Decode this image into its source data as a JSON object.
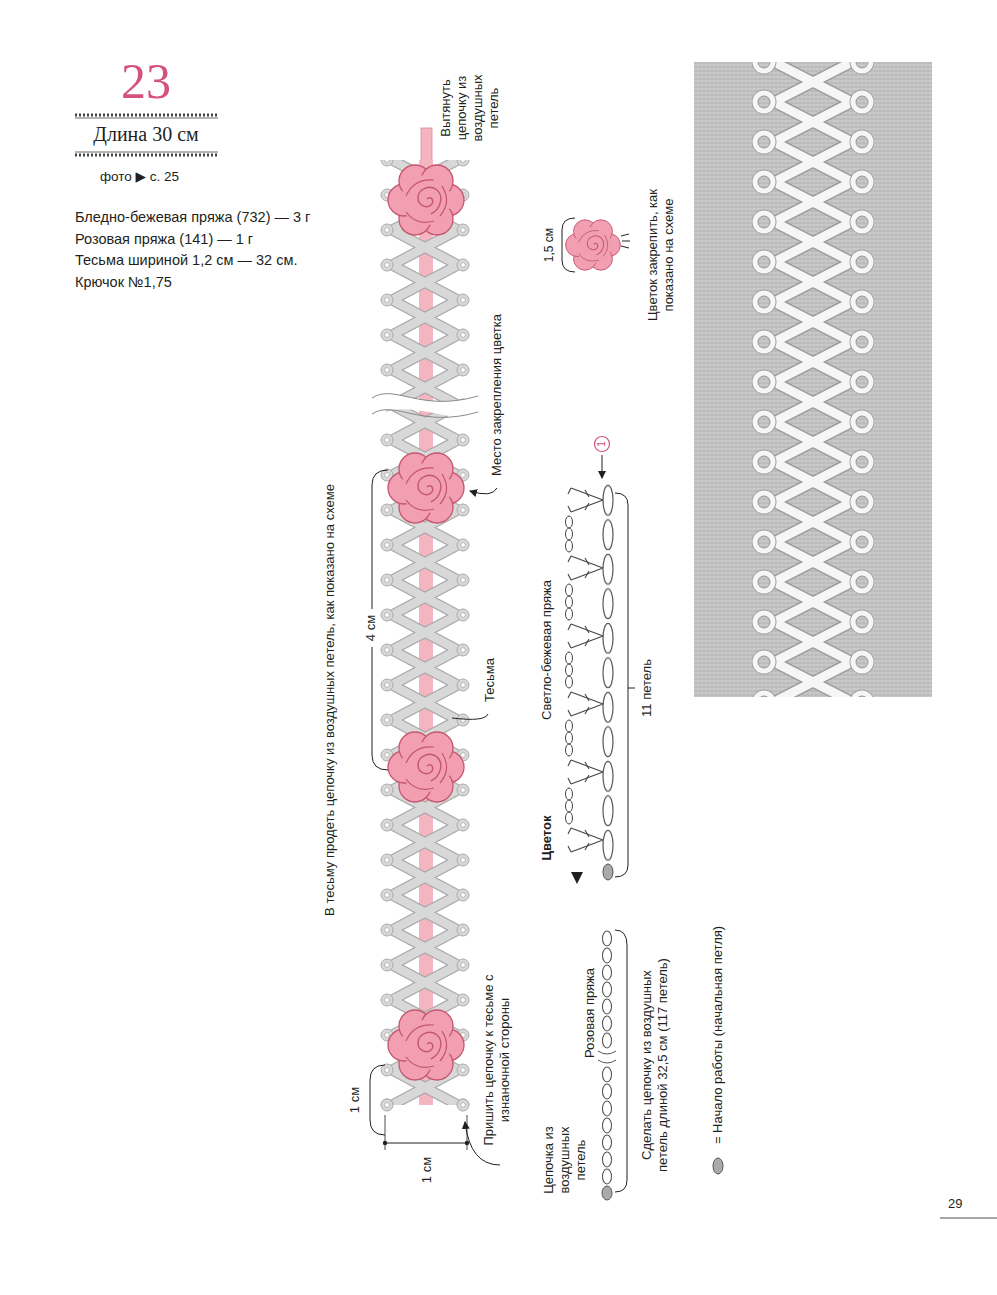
{
  "diagram": {
    "title": "23",
    "labels": [
      "Длина 30 см",
      "фото ▶ с. 25",
      "Бледно-бежевая пряжа (732) — 3 г",
      "Розовая пряжа (141) — 1 г",
      "Тесьма шириной 1,2 см — 32 см.",
      "Крючок №1,75",
      "Вытянуть цепочку из воздушных петель",
      "Место закрепления цветка",
      "4 см",
      "В тесьму продеть цепочку из воздушных петель, как показано на схеме",
      "Тесьма",
      "Пришить цепочку к тесьме с изнаночной стороны",
      "1 см",
      "1 см",
      "1,5 см",
      "Цветок закрепить, как показано на схеме",
      "1",
      "Светло-бежевая пряжа",
      "11 петель",
      "Цветок",
      "Розовая пряжа",
      "Цепочка из воздушных петель",
      "Сделать цепочку из воздушных петель длиной 32,5 см (117 петель)",
      "= Начало работы (начальная петля)",
      "29"
    ]
  }
}
